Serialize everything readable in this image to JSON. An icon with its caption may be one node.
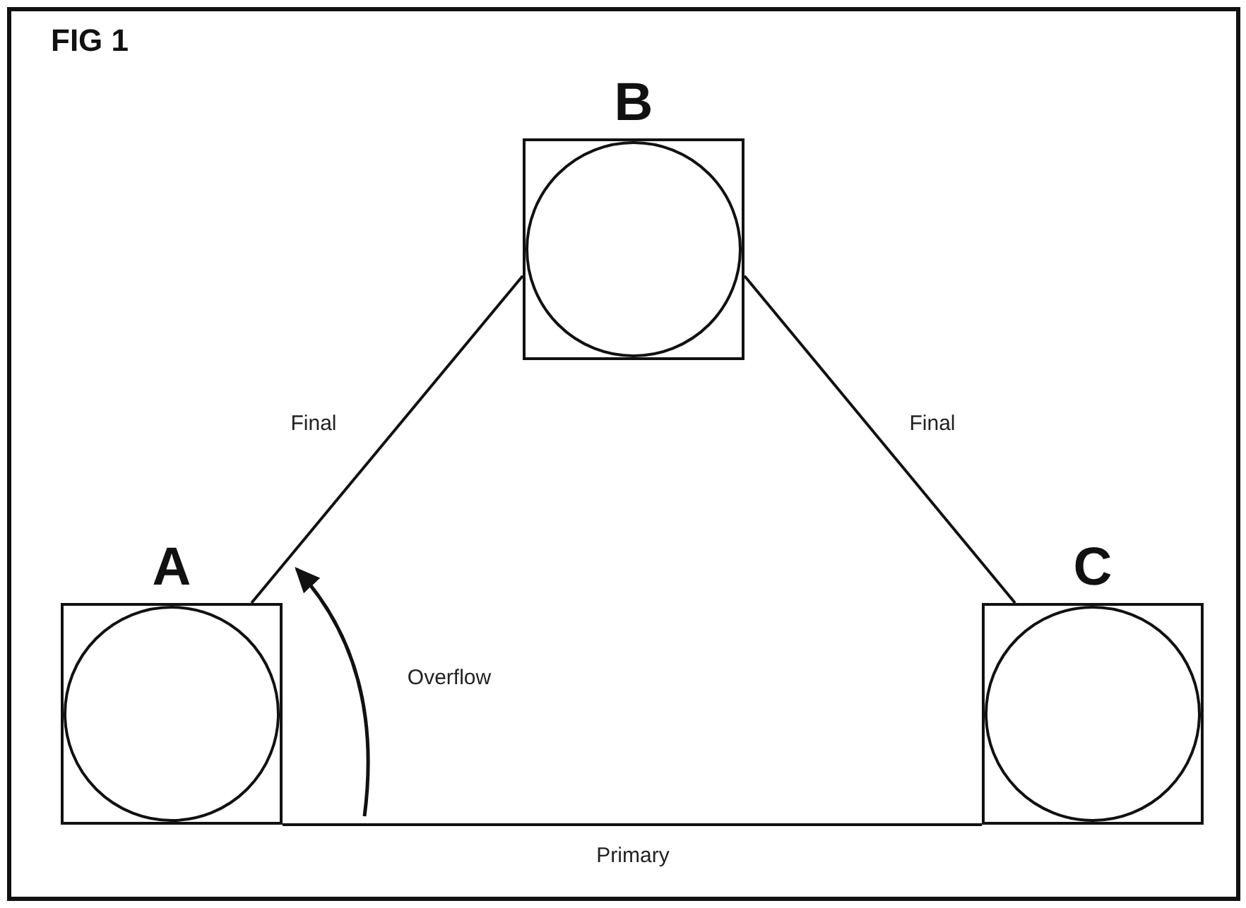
{
  "diagram": {
    "title": "FIG 1",
    "nodes": [
      {
        "text": [
          "A"
        ]
      },
      {
        "text": [
          "B"
        ]
      },
      {
        "text": [
          "C"
        ]
      }
    ],
    "edges": [
      {
        "from": 0,
        "to": 1,
        "arrow": "none",
        "label": "Final"
      },
      {
        "from": 1,
        "to": 2,
        "arrow": "none",
        "label": "Final"
      },
      {
        "from": 0,
        "to": 2,
        "arrow": "none",
        "label": "Primary"
      }
    ],
    "labels": [
      "Overflow"
    ]
  }
}
